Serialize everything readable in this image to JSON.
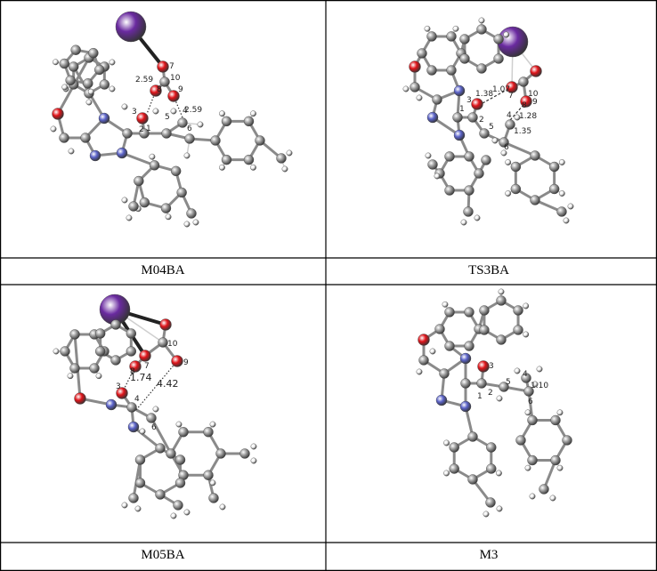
{
  "panels": [
    {
      "id": "M04BA",
      "label": "M04BA",
      "atom_numbers": [
        "1",
        "2",
        "3",
        "4",
        "5",
        "6",
        "7",
        "8",
        "9",
        "10"
      ],
      "distances": [
        "2.59",
        "2.59"
      ]
    },
    {
      "id": "TS3BA",
      "label": "TS3BA",
      "atom_numbers": [
        "1",
        "2",
        "3",
        "4",
        "5",
        "6",
        "7",
        "8",
        "9",
        "10"
      ],
      "distances": [
        "1.38",
        "1.07",
        "1.28",
        "1.35"
      ]
    },
    {
      "id": "M05BA",
      "label": "M05BA",
      "atom_numbers": [
        "3",
        "4",
        "6",
        "7",
        "8",
        "9",
        "10"
      ],
      "distances": [
        "1.74",
        "4.42"
      ]
    },
    {
      "id": "M3",
      "label": "M3",
      "atom_numbers": [
        "1",
        "2",
        "3",
        "4",
        "5",
        "6"
      ],
      "distances": [
        "1.10"
      ]
    }
  ],
  "colors": {
    "carbon": "#9e9e9e",
    "hydrogen": "#f2f2f2",
    "oxygen": "#e0141a",
    "nitrogen": "#5b63c9",
    "potassium": "#6a2aa0",
    "border": "#000000"
  }
}
